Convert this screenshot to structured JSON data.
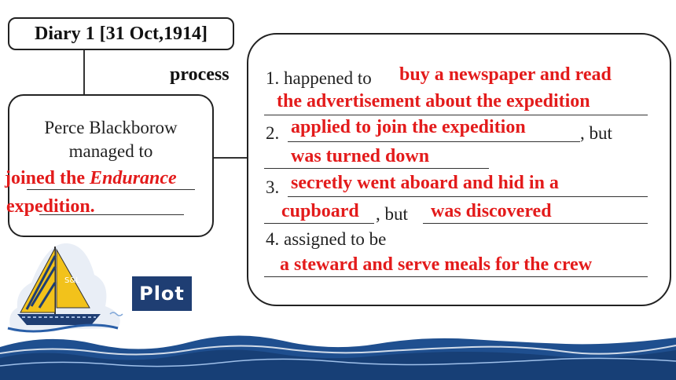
{
  "diary_title": "Diary 1 [31 Oct,1914]",
  "process_label": "process",
  "left": {
    "line1": "Perce Blackborow",
    "line2": "managed to",
    "answer_part1": "joined the ",
    "answer_italic": "Endurance",
    "answer_part2": "expedition."
  },
  "items": {
    "i1_prefix": "1. happened to",
    "i1_ans_a": "buy a newspaper and read",
    "i1_ans_b": "the advertisement about the expedition",
    "i2_prefix": "2.",
    "i2_ans_a": "applied to join the expedition",
    "i2_mid": ", but",
    "i2_ans_b": "was turned down",
    "i3_prefix": "3.",
    "i3_ans_a": "secretly went aboard and hid in a",
    "i3_ans_b": "cupboard",
    "i3_mid": ", but",
    "i3_ans_c": "was discovered",
    "i4_prefix": "4. assigned to be",
    "i4_ans": "a steward and serve meals for the crew"
  },
  "plot_label": "Plot",
  "sail_letters": "S&L",
  "colors": {
    "answer": "#e31b1b",
    "plot_bg": "#1f3e73",
    "wave": "#1f4f8f"
  }
}
